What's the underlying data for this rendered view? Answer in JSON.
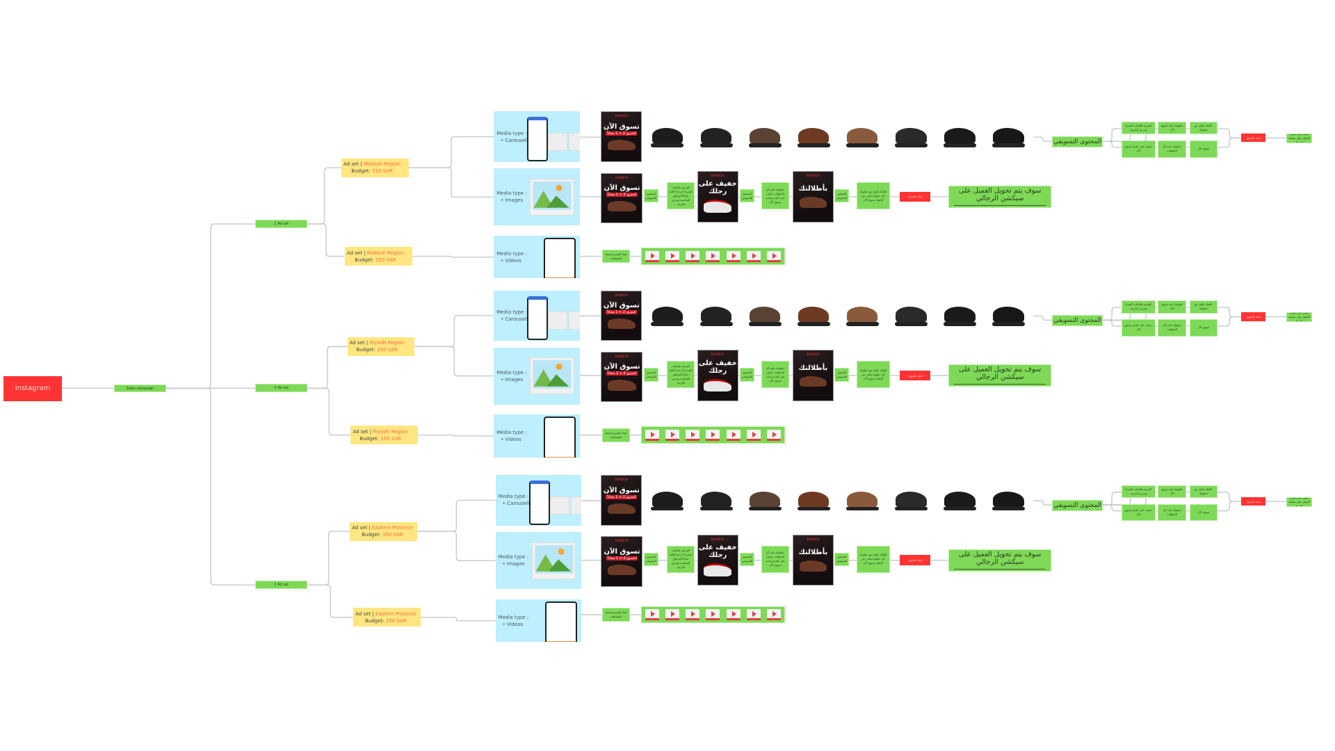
{
  "root": {
    "label": "Instagram"
  },
  "campaign": {
    "label": "Sales campaign"
  },
  "labels": {
    "ad_set": "Ad set |",
    "budget": "Budget:",
    "media_type": "Media type :",
    "carousel": "Carousell",
    "images": "Images",
    "videos": "Videos",
    "marketing_content": "المحتوى التسويقي",
    "small_marketing": "المحتوى التسويقي",
    "conversion_link": "لينك التحويل",
    "video_link": "لينك الفيديو اضغط للمشاهدة",
    "redirect_section": "سوف يتم تحويل العميل على سيكشن الرجالي",
    "redirect_product": "سوف يتم تحويل العميل على صفحة المنتج",
    "poster_headline": "تسوق الآن",
    "poster_tag": "اشتري 2 + 1 مجاناً",
    "poster2_headline": "خفيف على رجلك",
    "poster3_headline": "بأطلالتك",
    "brand": "BARBESA"
  },
  "text_boxes": [
    "الفرصة فلاشات الشراء 3 وخذ الثالثة مجاناً المرافق المناسبة وعرض الخريف",
    "خطوتك ثابتة كل الخطوات خفيف على القدم وثابت تسوق الآن",
    "أناقتك تكمل مع خطوتك كل خطوة تحكي عن أناقتك تسوق الآن"
  ],
  "marketing_boxes": [
    "الفرصة فلاشات الشراء وعرض الخريف",
    "خطوتك ثابتة تسوق الآن",
    "أناقتك تكمل مع خطوتك",
    "خفيف على القدم تسوق الآن",
    "خطوتك ثابتة كل الخطوات",
    "تسوق الآن"
  ],
  "groups": [
    {
      "count_label": "2 Ad set",
      "region": "Makkah Region",
      "budget": "150 SAR"
    },
    {
      "count_label": "2 Ad set",
      "region": "Riyadh Region",
      "budget": "150 SAR"
    },
    {
      "count_label": "2 Ad set",
      "region": "Eastern Province",
      "budget": "150 SAR"
    }
  ],
  "colors": {
    "red": "#ff3333",
    "green": "#7ed957",
    "yellow": "#ffe680",
    "blue": "#bdefff",
    "wire": "#c5c9cf"
  }
}
